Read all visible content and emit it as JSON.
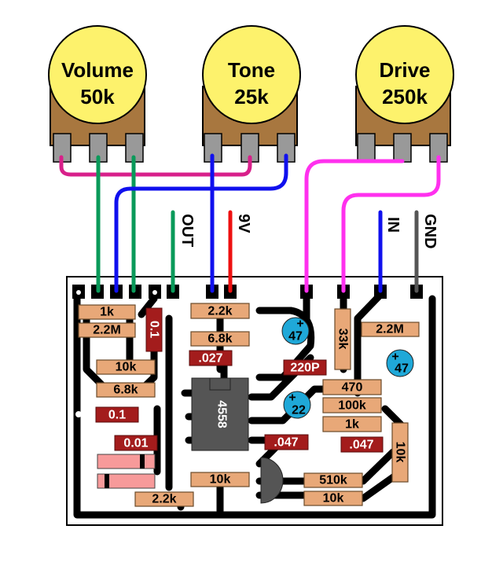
{
  "pots": [
    {
      "name": "Volume",
      "value": "50k"
    },
    {
      "name": "Tone",
      "value": "25k"
    },
    {
      "name": "Drive",
      "value": "250k"
    }
  ],
  "wire_labels": {
    "out": "OUT",
    "v9": "9V",
    "in": "IN",
    "gnd": "GND"
  },
  "components": {
    "r_1k_a": "1k",
    "r_2_2M_a": "2.2M",
    "c_0_1_v": "0.1",
    "r_10k_a": "10k",
    "r_6_8k_a": "6.8k",
    "c_0_1": "0.1",
    "c_0_01": "0.01",
    "r_2_2k_a": "2.2k",
    "r_2_2k_b": "2.2k",
    "r_6_8k_b": "6.8k",
    "c_027": ".027",
    "ic": "4558",
    "r_10k_b": "10k",
    "e_47_a": "47",
    "r_33k": "33k",
    "r_2_2M_b": "2.2M",
    "c_220p": "220P",
    "e_47_b": "47",
    "r_470": "470",
    "r_100k": "100k",
    "e_22": "22",
    "r_1k_b": "1k",
    "c_047_a": ".047",
    "c_047_b": ".047",
    "r_10k_v": "10k",
    "r_510k": "510k",
    "r_10k_c": "10k",
    "plus": "+"
  },
  "colors": {
    "pot_knob": "#fdf26c",
    "pot_body": "#a8773f",
    "resistor": "#e8a878",
    "film_cap": "#a31c1c",
    "electrolytic": "#1fa8d8",
    "ic": "#555555",
    "green_wire": "#0a9a5a",
    "blue_wire": "#1010ee",
    "red_wire": "#ee1010",
    "magenta_wire": "#ff30ee",
    "pink_wire": "#d8208a",
    "gray_wire": "#555555"
  }
}
